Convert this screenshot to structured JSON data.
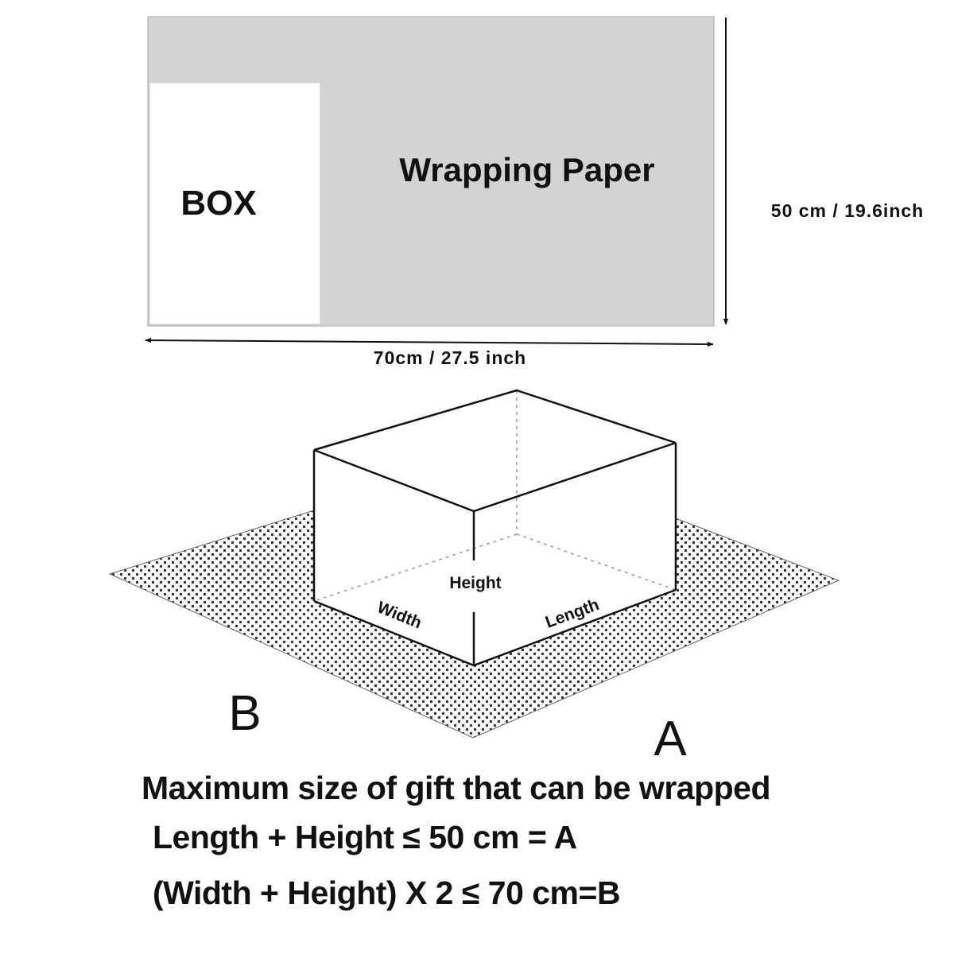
{
  "paper_diagram": {
    "paper_label": "Wrapping Paper",
    "box_label": "BOX",
    "height_dimension": "50 cm / 19.6inch",
    "width_dimension": "70cm / 27.5 inch"
  },
  "box_diagram": {
    "height_label": "Height",
    "width_label": "Width",
    "length_label": "Length",
    "corner_b": "B",
    "corner_a": "A"
  },
  "caption": {
    "title": "Maximum size of gift that can be wrapped",
    "formula_a": "Length + Height ≤ 50 cm = A",
    "formula_b": "(Width + Height) X 2 ≤ 70 cm=B"
  },
  "colors": {
    "paper_fill": "#d3d3d3",
    "line": "#111111",
    "dot_pattern": "#333333"
  }
}
